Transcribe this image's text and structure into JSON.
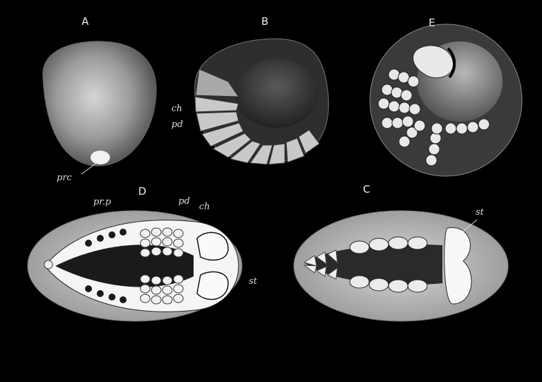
{
  "figure_letters": {
    "a": "A",
    "b": "B",
    "c": "C",
    "d": "D",
    "e": "E"
  },
  "annotations": {
    "ch_top": "ch",
    "pd_top": "pd",
    "prc": "prc",
    "prp": "pr.p",
    "pd_d": "pd",
    "ch_d": "ch",
    "st_d": "st",
    "st_c": "st"
  },
  "colors": {
    "background": "#000000",
    "egg_light": "#cfcfcf",
    "egg_mid": "#8f8f8f",
    "egg_dark": "#2b2b2b"
  }
}
